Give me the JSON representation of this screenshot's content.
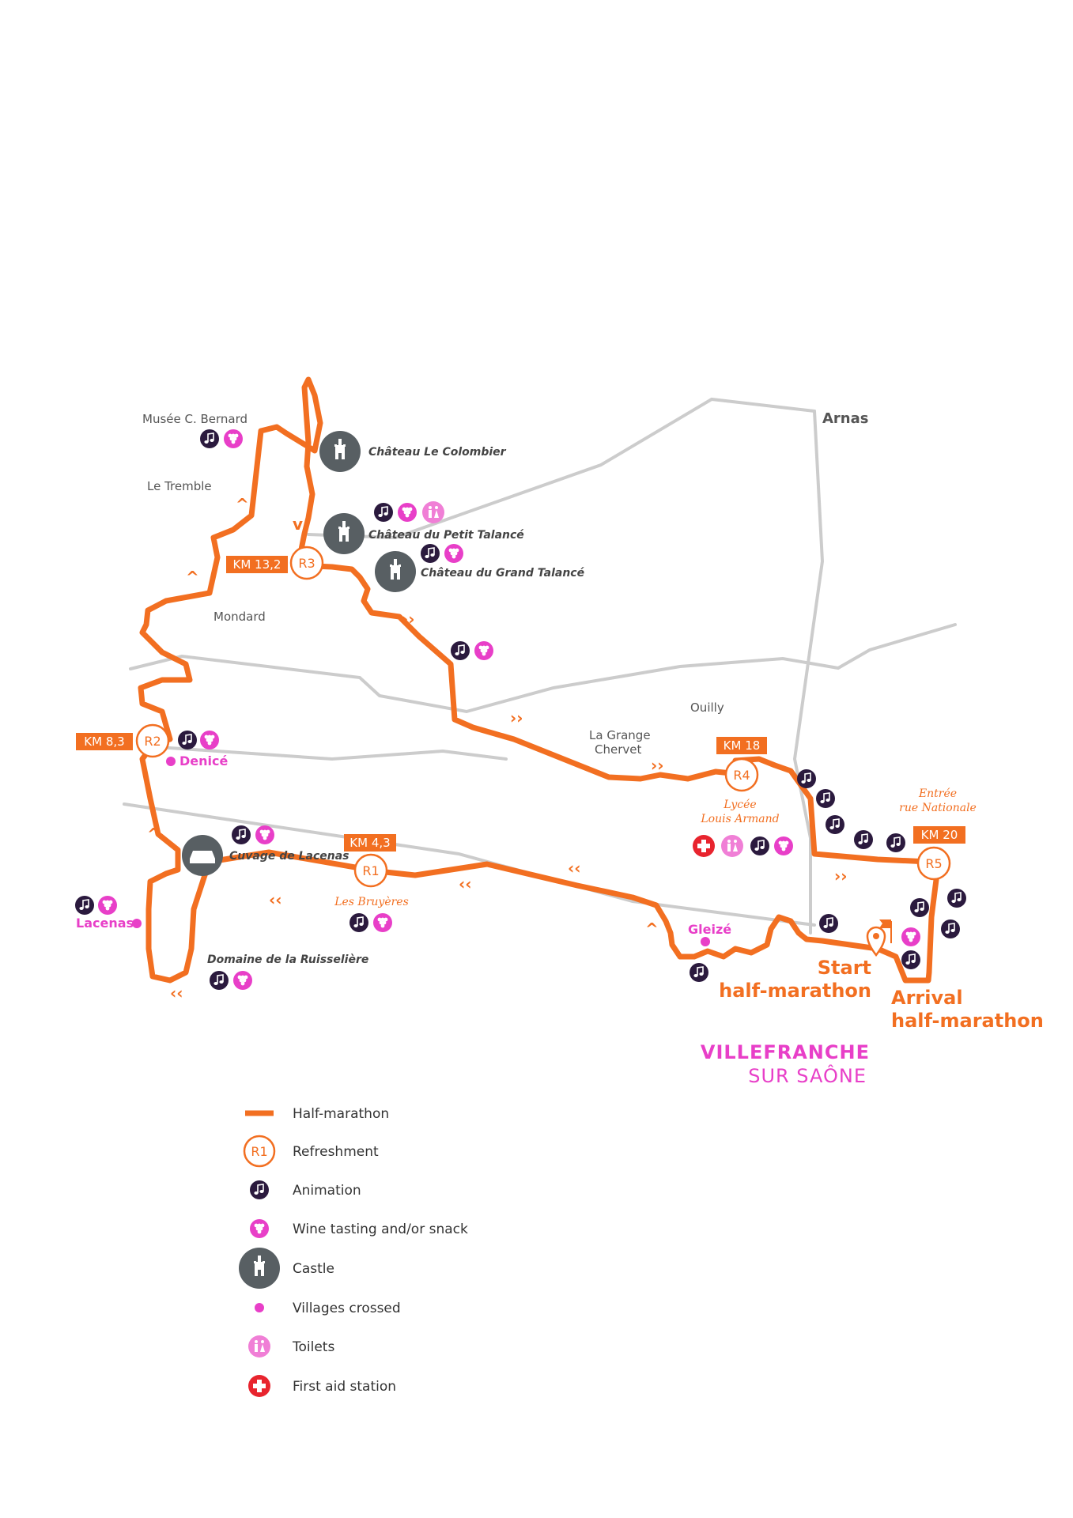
{
  "places": {
    "musee": "Musée C. Bernard",
    "le_tremble": "Le Tremble",
    "mondard": "Mondard",
    "arnas": "Arnas",
    "ouilly": "Ouilly",
    "grange_l1": "La Grange",
    "grange_l2": "Chervet"
  },
  "castles": {
    "colombier": "Château Le Colombier",
    "petit_talance": "Château du Petit Talancé",
    "grand_talance": "Château du Grand Talancé",
    "cuvage": "Cuvage de Lacenas",
    "ruisseliere": "Domaine de la Ruisselière"
  },
  "villages": {
    "denice": "Denicé",
    "lacenas": "Lacenas",
    "gleize": "Gleizé"
  },
  "km_markers": {
    "km4": "KM 4,3",
    "km8": "KM 8,3",
    "km13": "KM 13,2",
    "km18": "KM 18",
    "km20": "KM 20"
  },
  "refreshments": {
    "r1": "R1",
    "r2": "R2",
    "r3": "R3",
    "r4": "R4",
    "r5": "R5"
  },
  "notes": {
    "bruyeres": "Les Bruyères",
    "lycee_l1": "Lycée",
    "lycee_l2": "Louis Armand",
    "entree_l1": "Entrée",
    "entree_l2": "rue Nationale"
  },
  "start_arrival": {
    "start_l1": "Start",
    "start_l2": "half-marathon",
    "arrival_l1": "Arrival",
    "arrival_l2": "half-marathon"
  },
  "city": {
    "line1": "VILLEFRANCHE",
    "line2": "SUR SAÔNE"
  },
  "legend": {
    "half_marathon": "Half-marathon",
    "refreshment": "Refreshment",
    "refreshment_symbol": "R1",
    "animation": "Animation",
    "wine": "Wine tasting and/or snack",
    "castle": "Castle",
    "villages": "Villages crossed",
    "toilets": "Toilets",
    "first_aid": "First aid station"
  },
  "colors": {
    "route": "#f26f21",
    "roads": "#cccccc",
    "animation": "#2b1a3e",
    "wine": "#e83fc8",
    "castle": "#585f63",
    "village": "#e83fc8",
    "toilets": "#f07fd6",
    "first_aid": "#e8242e"
  },
  "icons": {
    "animation": "music-note-icon",
    "wine": "grapes-icon",
    "castle": "castle-icon",
    "toilets": "toilets-icon",
    "first_aid": "first-aid-cross-icon",
    "start": "location-pin-icon",
    "arrival": "finish-flag-icon"
  }
}
